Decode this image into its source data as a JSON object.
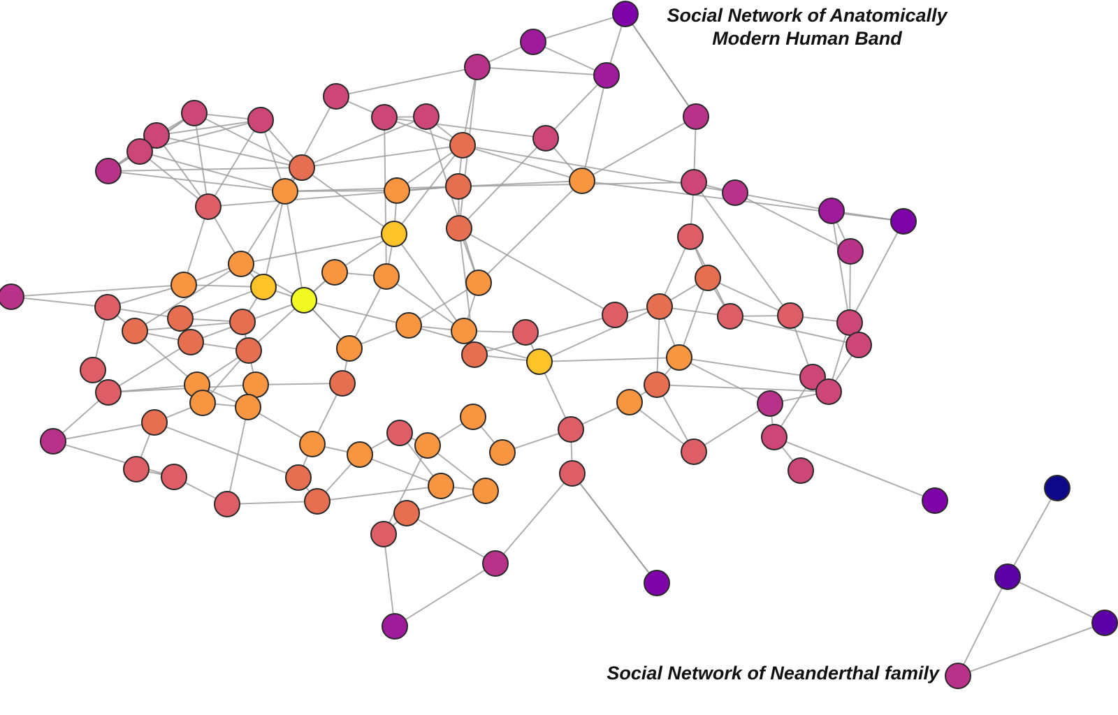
{
  "labels": {
    "modern_human_line1": "Social Network of Anatomically",
    "modern_human_line2": "Modern Human Band",
    "neanderthal": "Social Network of Neanderthal family"
  },
  "colors": {
    "edge": "#9a9a9a",
    "node_outline": "#2a2a2a",
    "background": "#ffffff",
    "palette": [
      "#f0f921",
      "#fdc328",
      "#f89540",
      "#e76f51",
      "#dd5e66",
      "#cc4778",
      "#b93289",
      "#a01a9c",
      "#7e03a8",
      "#5c01a6",
      "#0d0887"
    ]
  }
}
